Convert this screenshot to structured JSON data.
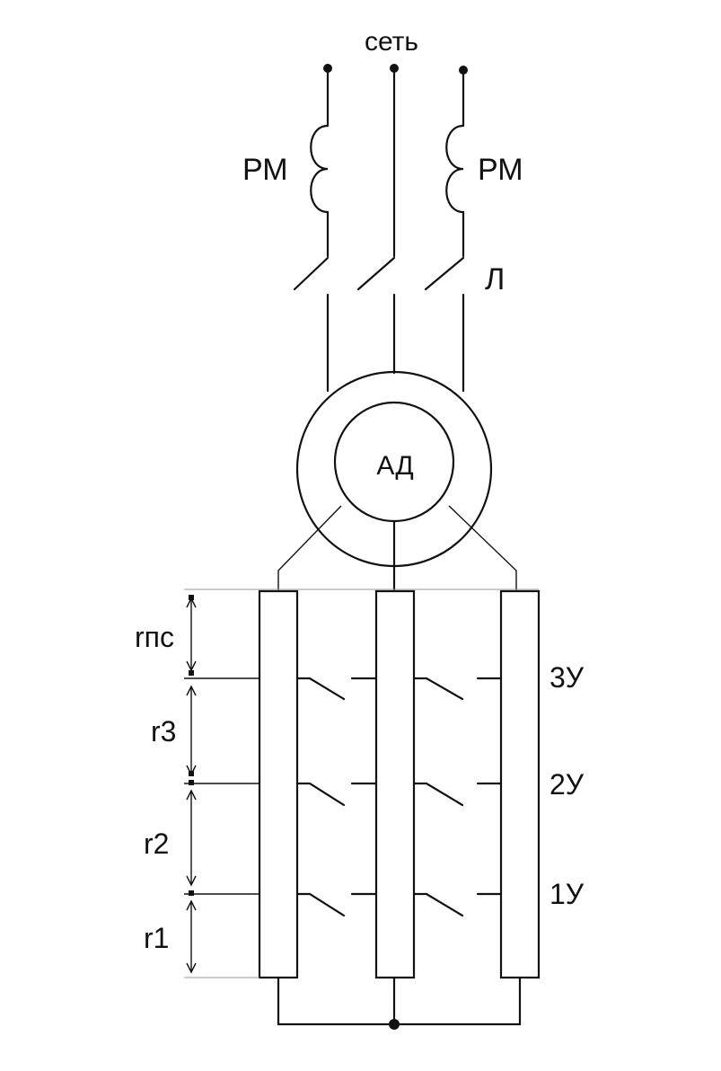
{
  "network_label": "сеть",
  "coil_left_label": "РМ",
  "coil_right_label": "РМ",
  "line_contacts_label": "Л",
  "motor_label": "АД",
  "stages": {
    "rnc": "rпс",
    "r3": "r3",
    "r2": "r2",
    "r1": "r1"
  },
  "accelerating_contacts": {
    "c3": "3У",
    "c2": "2У",
    "c1": "1У"
  }
}
